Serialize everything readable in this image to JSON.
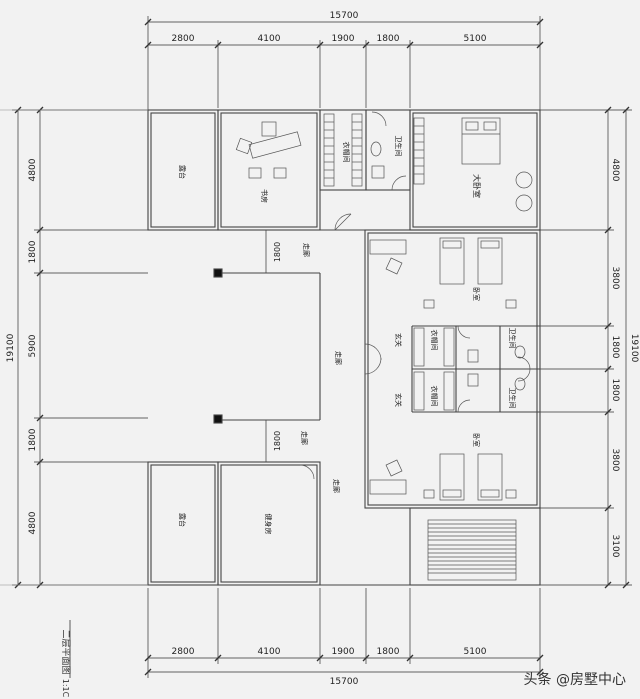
{
  "dimensions": {
    "top_total": "15700",
    "top_segments": [
      "2800",
      "4100",
      "1900",
      "1800",
      "5100"
    ],
    "bottom_total": "15700",
    "bottom_segments": [
      "2800",
      "4100",
      "1900",
      "1800",
      "5100"
    ],
    "left_total": "19100",
    "left_segments": [
      "4800",
      "1800",
      "5900",
      "1800",
      "4800"
    ],
    "right_total": "19100",
    "right_segments": [
      "4800",
      "3800",
      "1800",
      "1800",
      "3800",
      "3100"
    ],
    "inner_corridor_top": "1800",
    "inner_corridor_bottom": "1800"
  },
  "rooms": {
    "terrace_top": "露台",
    "study": "书房",
    "closet_master": "衣帽间",
    "bath_master": "卫生间",
    "master_bedroom": "大卧室",
    "corridor_1": "走廊",
    "corridor_2": "走廊",
    "corridor_3": "走廊",
    "corridor_4": "走廊",
    "bedroom_1": "卧室",
    "bedroom_2": "卧室",
    "foyer_1": "玄关",
    "foyer_2": "玄关",
    "closet_1": "衣帽间",
    "closet_2": "衣帽间",
    "bath_1": "卫生间",
    "bath_2": "卫生间",
    "terrace_bottom": "露台",
    "gym": "健身房"
  },
  "title": "二层平面图",
  "scale": "1:1C",
  "watermark": "头条 @房墅中心"
}
